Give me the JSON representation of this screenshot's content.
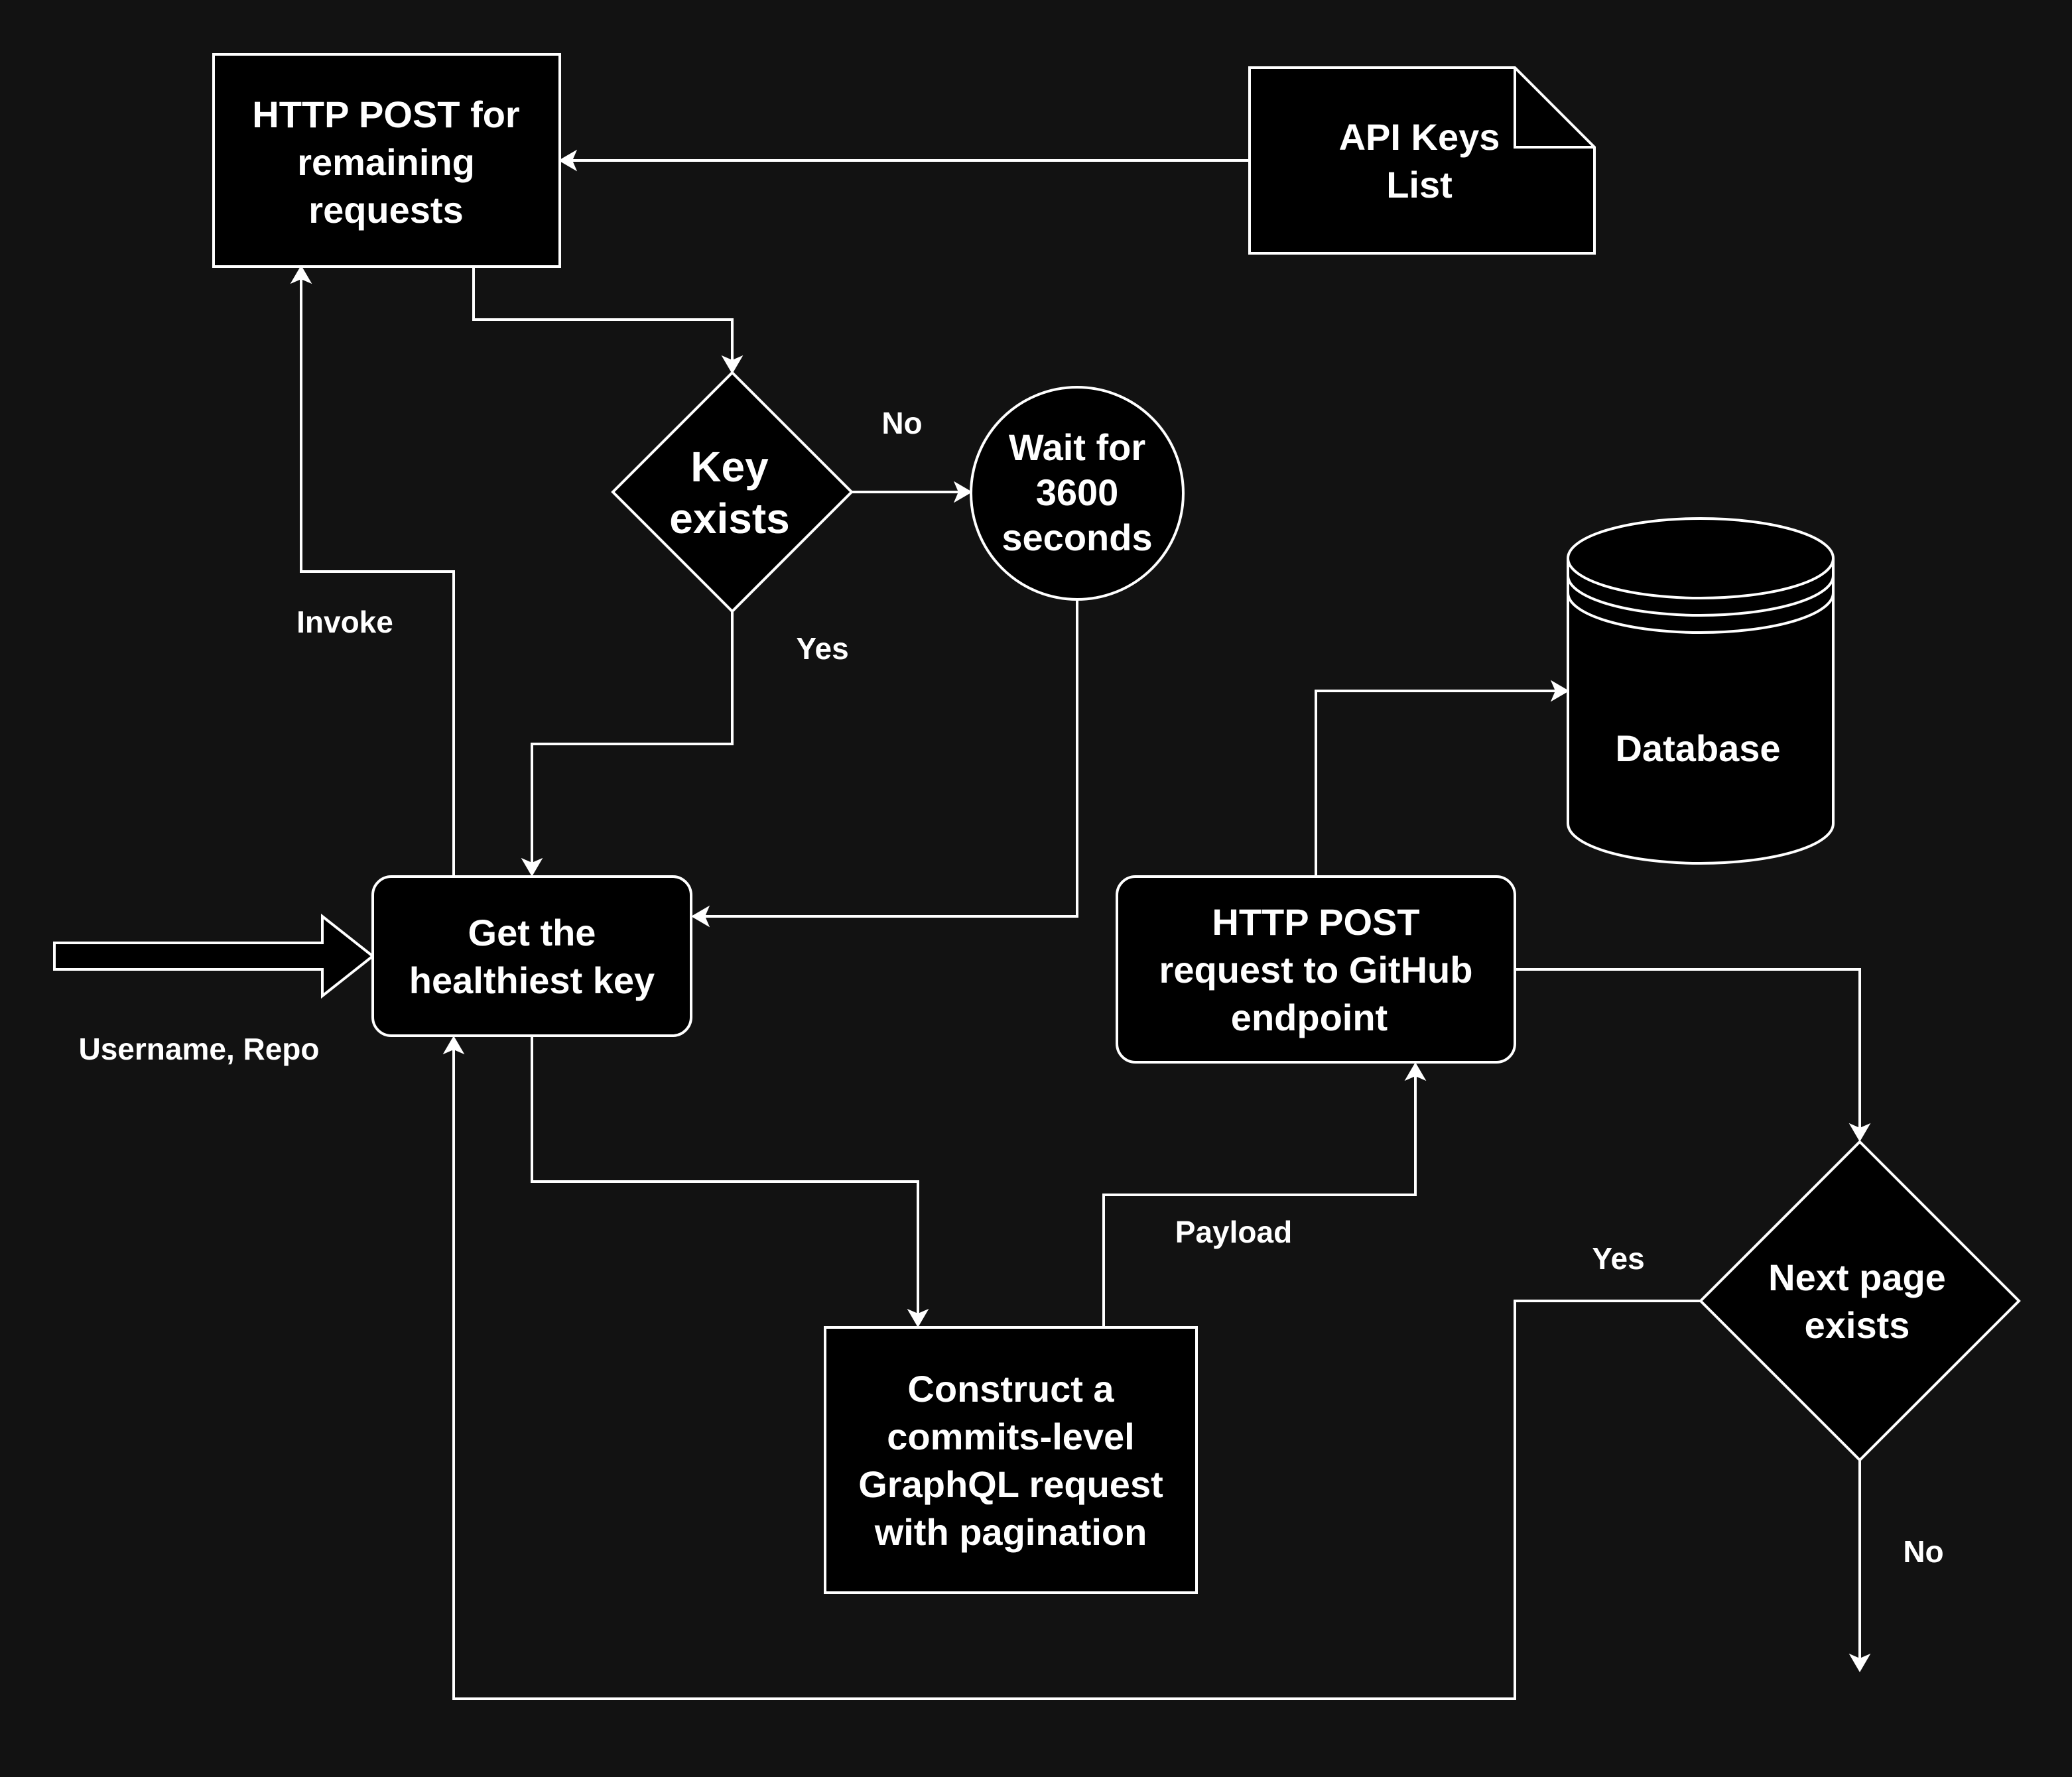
{
  "nodes": {
    "http_post_remaining": [
      "HTTP POST for",
      "remaining",
      "requests"
    ],
    "api_keys_list": [
      "API Keys",
      "List"
    ],
    "key_exists": [
      "Key",
      "exists"
    ],
    "wait": [
      "Wait for",
      "3600",
      "seconds"
    ],
    "database": [
      "Database"
    ],
    "get_key": [
      "Get the",
      "healthiest key"
    ],
    "http_post_github": [
      "HTTP POST",
      "request to GitHub",
      "endpoint"
    ],
    "construct_request": [
      "Construct a",
      "commits-level",
      "GraphQL request",
      "with pagination"
    ],
    "next_page": [
      "Next page",
      "exists"
    ]
  },
  "edge_labels": {
    "no_wait": "No",
    "yes_key": "Yes",
    "invoke": "Invoke",
    "input": "Username, Repo",
    "payload": "Payload",
    "yes_next": "Yes",
    "no_next": "No"
  },
  "colors": {
    "background": "#121212",
    "shape_fill": "#000000",
    "stroke": "#ffffff",
    "text": "#ffffff"
  }
}
